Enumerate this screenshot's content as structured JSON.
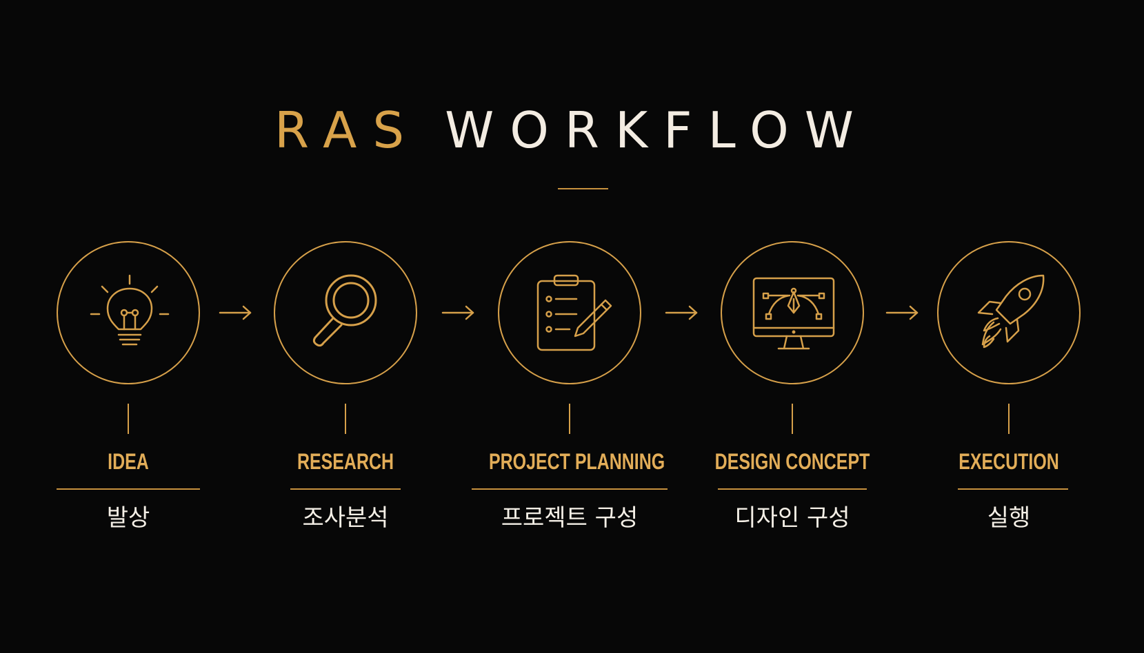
{
  "title": {
    "brand": "RAS",
    "rest": "WORKFLOW"
  },
  "colors": {
    "background": "#070707",
    "accent": "#d6a04a",
    "text": "#f4efe6"
  },
  "stages": [
    {
      "label": "IDEA",
      "korean": "발상",
      "icon": "lightbulb-icon"
    },
    {
      "label": "RESEARCH",
      "korean": "조사분석",
      "icon": "magnifier-icon"
    },
    {
      "label": "PROJECT PLANNING",
      "korean": "프로젝트 구성",
      "icon": "clipboard-pencil-icon"
    },
    {
      "label": "DESIGN CONCEPT",
      "korean": "디자인 구성",
      "icon": "monitor-pen-tool-icon"
    },
    {
      "label": "EXECUTION",
      "korean": "실행",
      "icon": "rocket-icon"
    }
  ]
}
